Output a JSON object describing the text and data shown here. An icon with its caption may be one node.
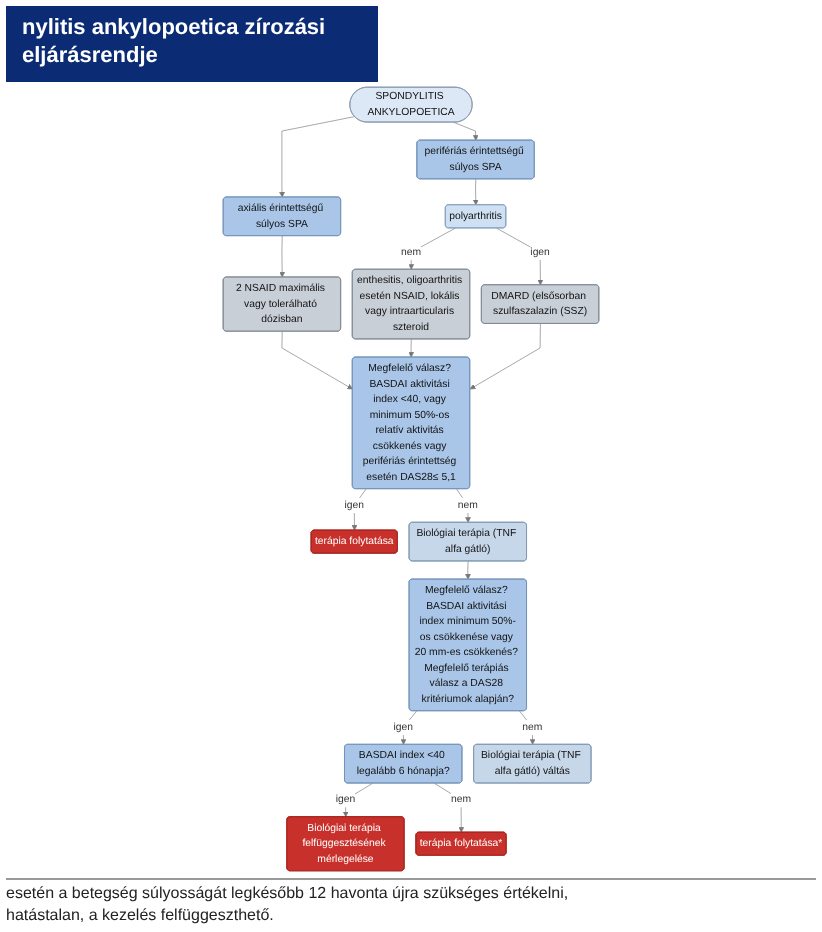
{
  "diagram": {
    "title": "nylitis ankylopoetica zírozási eljárásrendje",
    "nodes": [
      {
        "text": [
          "SPONDYLITIS ANKYLOPOETICA"
        ]
      },
      {
        "text": [
          "axiális érintettségű súlyos SPA"
        ]
      },
      {
        "text": [
          "perifériás érintettségű súlyos SPA"
        ]
      },
      {
        "text": [
          "polyarthritis"
        ]
      },
      {
        "text": [
          "2 NSAID maximális vagy tolerálható dózisban"
        ]
      },
      {
        "text": [
          "enthesitis, oligoarthritis esetén NSAID, lokális vagy intraarticularis szteroid"
        ]
      },
      {
        "text": [
          "DMARD (elsősorban szulfaszalazin (SSZ)"
        ]
      },
      {
        "text": [
          "Megfelelő válasz? BASDAI aktivitási index <40, vagy minimum 50%-os relatív aktivitás csökkenés vagy perifériás érintettség esetén DAS28≤ 5,1"
        ]
      },
      {
        "text": [
          "terápia folytatása"
        ]
      },
      {
        "text": [
          "Biológiai terápia (TNF alfa gátló)"
        ]
      },
      {
        "text": [
          "Megfelelő válasz? BASDAI aktivitási index minimum 50%-os csökkenése vagy 20 mm-es csökkenés? Megfelelő terápiás válasz a DAS28 kritériumok alapján?"
        ]
      },
      {
        "text": [
          "BASDAI index <40 legalább 6 hónapja?"
        ]
      },
      {
        "text": [
          "Biológiai terápia felfüggesztésének mérlegelése"
        ]
      },
      {
        "text": [
          "terápia folytatása*"
        ]
      },
      {
        "text": [
          "Biológiai terápia (TNF alfa gátló) váltás"
        ]
      }
    ],
    "edges": [
      {
        "from": 0,
        "to": 1,
        "arrow": "to"
      },
      {
        "from": 0,
        "to": 2,
        "arrow": "to"
      },
      {
        "from": 2,
        "to": 3,
        "arrow": "to"
      },
      {
        "from": 3,
        "to": 5,
        "arrow": "to",
        "label": "nem"
      },
      {
        "from": 3,
        "to": 6,
        "arrow": "to",
        "label": "igen"
      },
      {
        "from": 1,
        "to": 4,
        "arrow": "to"
      },
      {
        "from": 4,
        "to": 7,
        "arrow": "to"
      },
      {
        "from": 5,
        "to": 7,
        "arrow": "to"
      },
      {
        "from": 6,
        "to": 7,
        "arrow": "to"
      },
      {
        "from": 7,
        "to": 8,
        "arrow": "to",
        "label": "igen"
      },
      {
        "from": 7,
        "to": 9,
        "arrow": "to",
        "label": "nem"
      },
      {
        "from": 9,
        "to": 10,
        "arrow": "to"
      },
      {
        "from": 10,
        "to": 11,
        "arrow": "to",
        "label": "igen"
      },
      {
        "from": 10,
        "to": 14,
        "arrow": "to",
        "label": "nem"
      },
      {
        "from": 11,
        "to": 12,
        "arrow": "to",
        "label": "igen"
      },
      {
        "from": 11,
        "to": 13,
        "arrow": "to",
        "label": "nem"
      }
    ],
    "labels": [
      "esetén a betegség súlyosságát legkésőbb 12 havonta újra szükséges értékelni,",
      "hatástalan, a kezelés felfüggeszthető."
    ]
  }
}
